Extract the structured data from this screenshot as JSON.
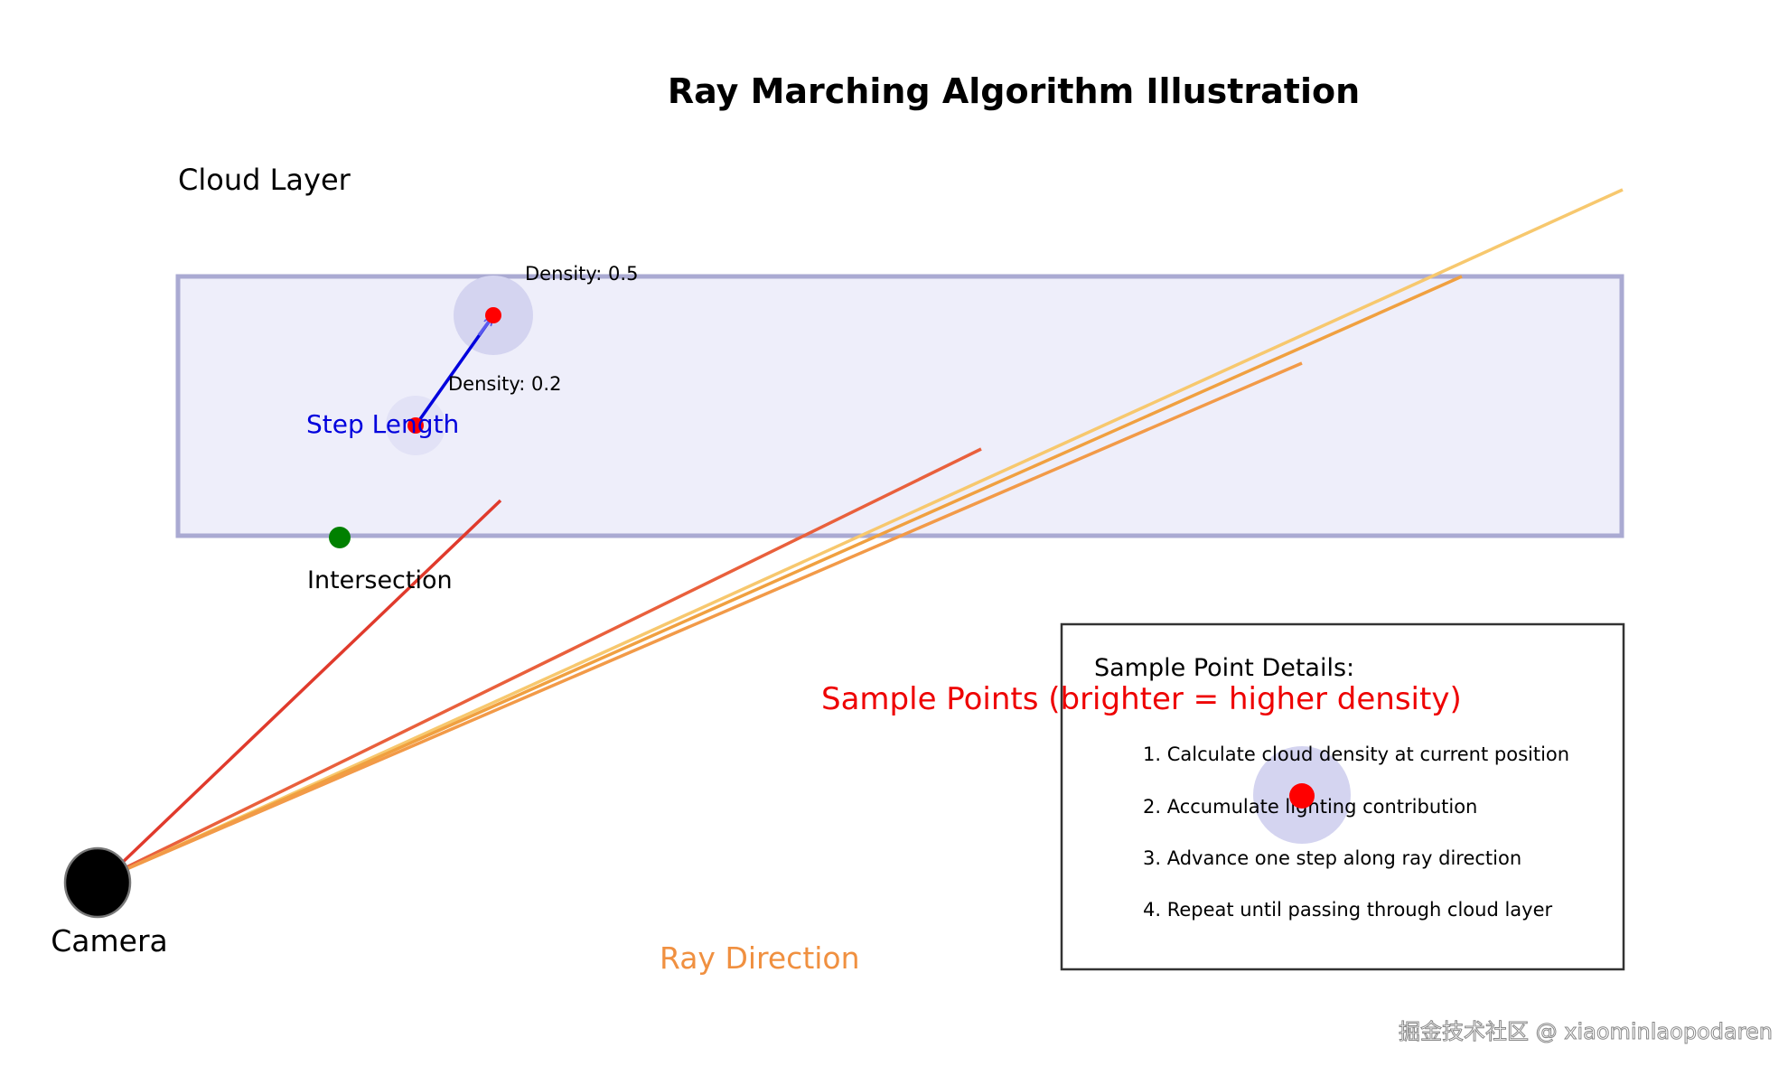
{
  "title": "Ray Marching Algorithm Illustration",
  "labels": {
    "cloud_layer": "Cloud Layer",
    "camera": "Camera",
    "intersection": "Intersection",
    "step_length": "Step Length",
    "density_1": "Density: 0.5",
    "density_2": "Density: 0.2",
    "sample_points": "Sample Points (brighter = higher density)",
    "ray_direction": "Ray Direction"
  },
  "details": {
    "heading": "Sample Point Details:",
    "steps": [
      "1. Calculate cloud density at current position",
      "2. Accumulate lighting contribution",
      "3. Advance one step along ray direction",
      "4. Repeat until passing through cloud layer"
    ]
  },
  "watermark": "掘金技术社区 @ xiaominlaopodaren",
  "colors": {
    "cloud_fill": "#eeeefa",
    "cloud_border": "#aaaad2",
    "sample_point": "#ff0000",
    "sample_halo": "#d4d4f0",
    "step_arrow": "#0000dd",
    "intersection": "#008000",
    "camera": "#000000",
    "ray_1": "#e03a2c",
    "ray_2": "#e9603c",
    "ray_3": "#f0a040",
    "ray_4": "#f7c86e",
    "ray_5": "#f29a48",
    "sample_points_label": "#ee0000",
    "ray_direction_label": "#f09040",
    "step_length_label": "#0000dd"
  }
}
